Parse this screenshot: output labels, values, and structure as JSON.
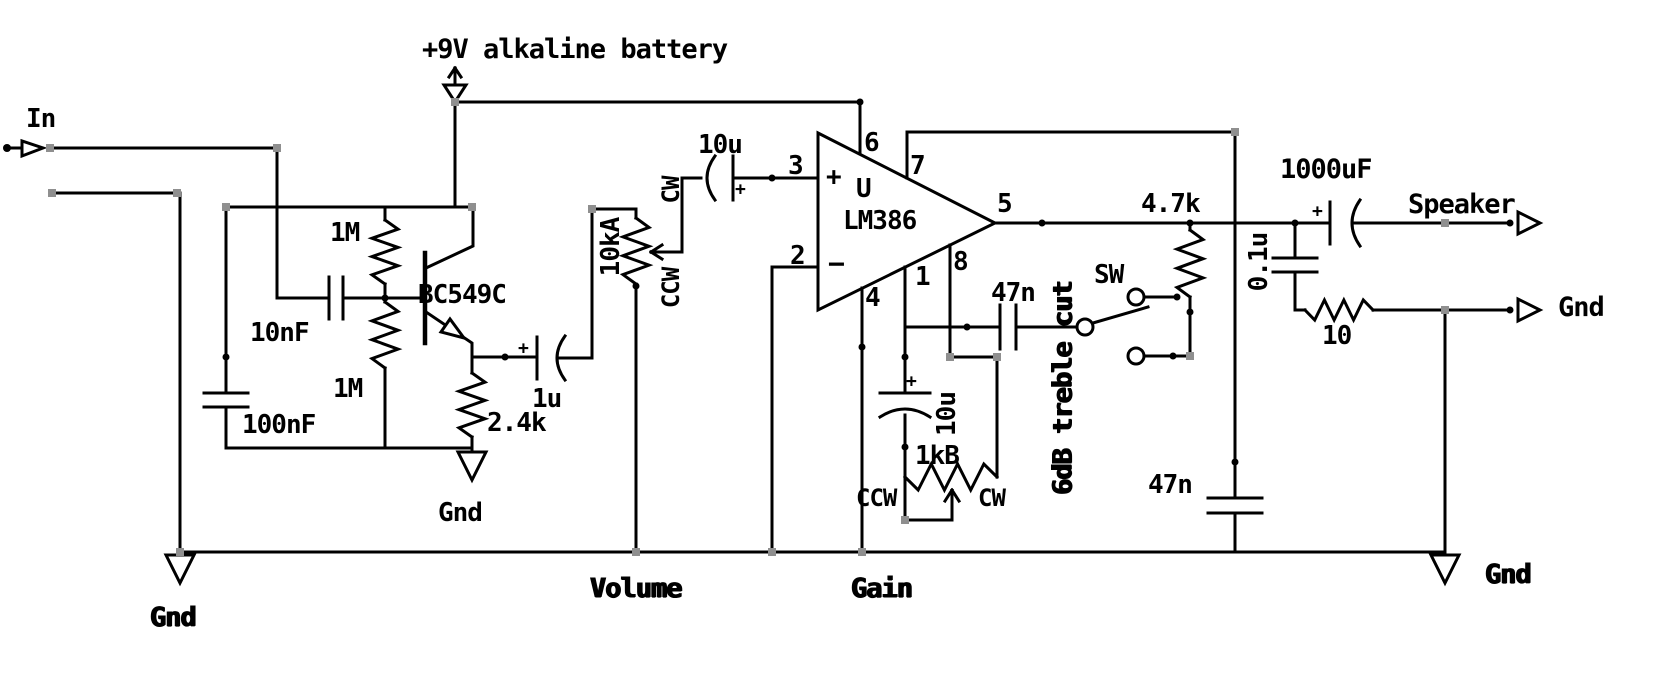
{
  "power": {
    "label": "+9V alkaline battery"
  },
  "input": {
    "label": "In"
  },
  "preamp": {
    "coupling_cap": "10nF",
    "bias_top": "1M",
    "bias_bottom": "1M",
    "transistor": "BC549C",
    "decoupling_cap": "100nF",
    "emitter_res": "2.4k",
    "out_cap": "1u",
    "gnd": "Gnd"
  },
  "volume": {
    "pot": "10kA",
    "cw": "CW",
    "ccw": "CCW",
    "label": "Volume",
    "coupling_cap": "10u"
  },
  "amp": {
    "u": "U",
    "part": "LM386",
    "pins": {
      "p1": "1",
      "p2": "2",
      "p3": "3",
      "p4": "4",
      "p5": "5",
      "p6": "6",
      "p7": "7",
      "p8": "8"
    }
  },
  "gain": {
    "cap": "10u",
    "pot": "1kB",
    "cw": "CW",
    "ccw": "CCW",
    "label": "Gain"
  },
  "treble": {
    "cap": "47n",
    "sw": "SW",
    "label": "6dB treble cut",
    "resistor": "4.7k"
  },
  "output": {
    "bypass_cap": "47n",
    "zobel_cap": "0.1u",
    "zobel_res": "10",
    "cap": "1000uF",
    "speaker": "Speaker",
    "gnd": "Gnd"
  },
  "grounds": {
    "left": "Gnd",
    "bottom_right": "Gnd"
  },
  "sym": {
    "plus": "+",
    "minus": "−"
  }
}
